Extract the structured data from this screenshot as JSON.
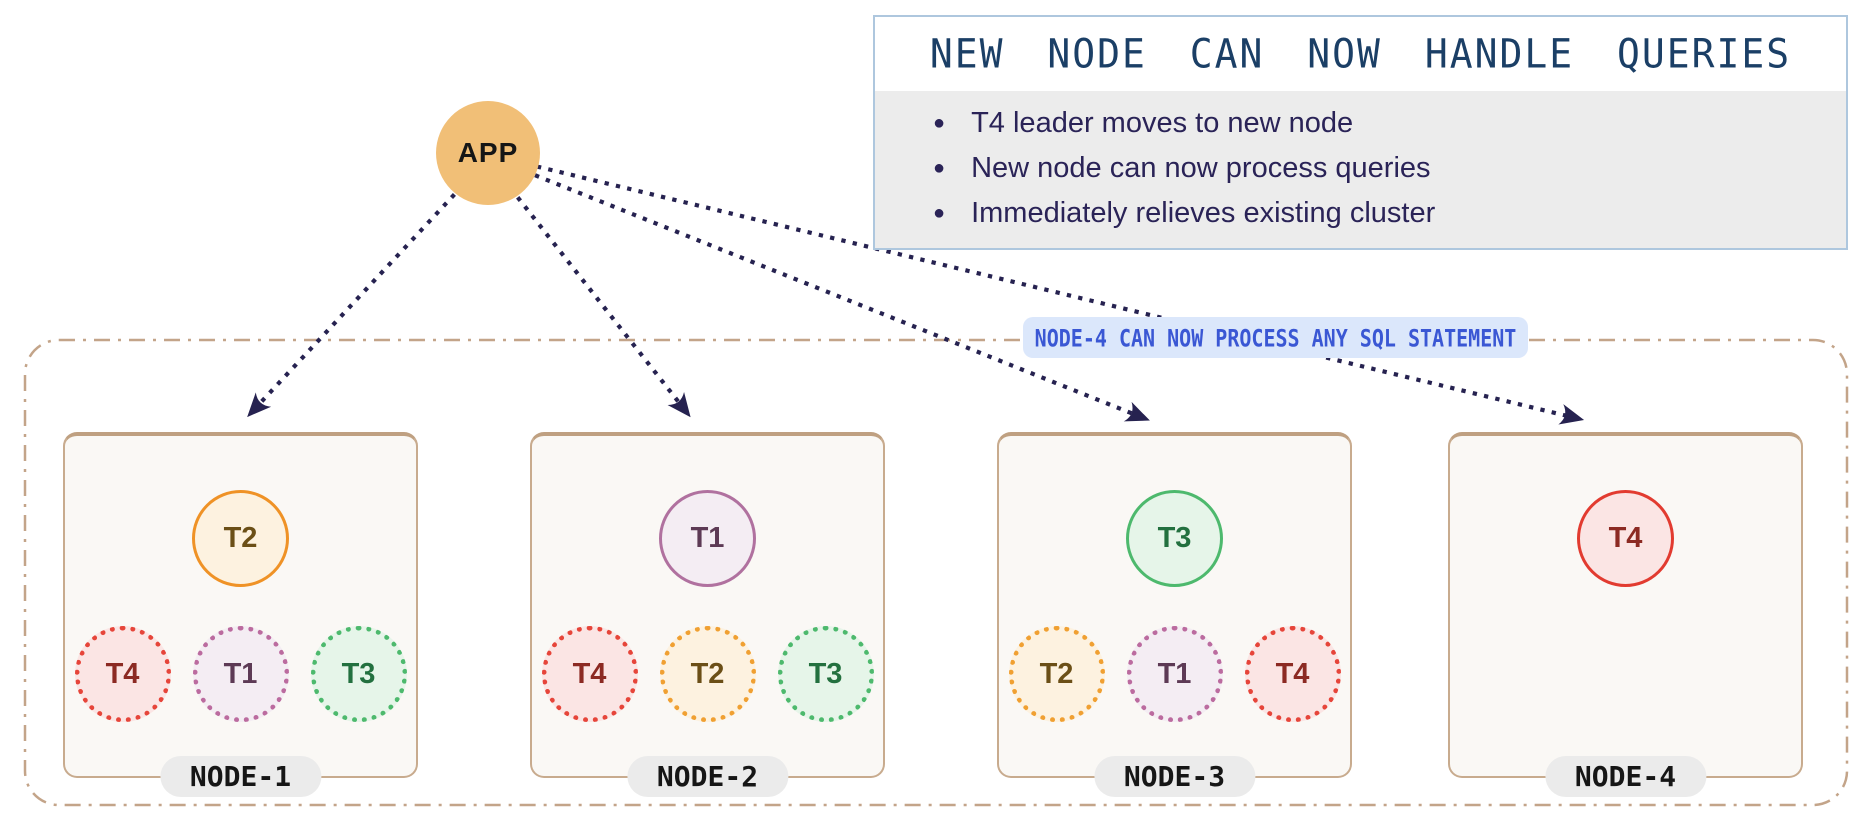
{
  "app": {
    "label": "APP"
  },
  "callout": {
    "title": "NEW NODE CAN NOW HANDLE QUERIES",
    "bullet_glyph": "●",
    "bullets": [
      "T4 leader moves to new node",
      "New node can now process queries",
      "Immediately relieves existing cluster"
    ]
  },
  "banner": {
    "text": "NODE-4 CAN NOW PROCESS ANY SQL STATEMENT"
  },
  "nodes": [
    {
      "label": "NODE-1",
      "leader": {
        "label": "T2"
      },
      "followers": [
        {
          "label": "T4"
        },
        {
          "label": "T1"
        },
        {
          "label": "T3"
        }
      ]
    },
    {
      "label": "NODE-2",
      "leader": {
        "label": "T1"
      },
      "followers": [
        {
          "label": "T4"
        },
        {
          "label": "T2"
        },
        {
          "label": "T3"
        }
      ]
    },
    {
      "label": "NODE-3",
      "leader": {
        "label": "T3"
      },
      "followers": [
        {
          "label": "T2"
        },
        {
          "label": "T1"
        },
        {
          "label": "T4"
        }
      ]
    },
    {
      "label": "NODE-4",
      "leader": {
        "label": "T4"
      },
      "followers": []
    }
  ],
  "colors": {
    "arrow": "#262250",
    "app_fill": "#f1bf77",
    "container_border": "#c3a489",
    "node_border": "#c8ab8e",
    "node_bg": "#faf8f5",
    "node_label_bg": "#ebebeb",
    "callout_border": "#aec7de",
    "callout_header_bg": "#ffffff",
    "callout_body_bg": "#ececec",
    "callout_title": "#1b3f66",
    "callout_text": "#2a2357",
    "banner_bg": "#dbe7fb",
    "banner_text": "#3a57d4",
    "tables": {
      "t1": {
        "leader_border": "#b0719f",
        "dots": "#bb6b9f",
        "fill": "#f4edf3",
        "text": "#5d3a55"
      },
      "t2": {
        "leader_border": "#ef9226",
        "dots": "#f0a032",
        "fill": "#fdf2e0",
        "text": "#6b4f17"
      },
      "t3": {
        "leader_border": "#4db96d",
        "dots": "#4db96d",
        "fill": "#e6f5e9",
        "text": "#23703f"
      },
      "t4": {
        "leader_border": "#e23b30",
        "dots": "#e6453a",
        "fill": "#fbe5e4",
        "text": "#8c2a23"
      }
    }
  }
}
